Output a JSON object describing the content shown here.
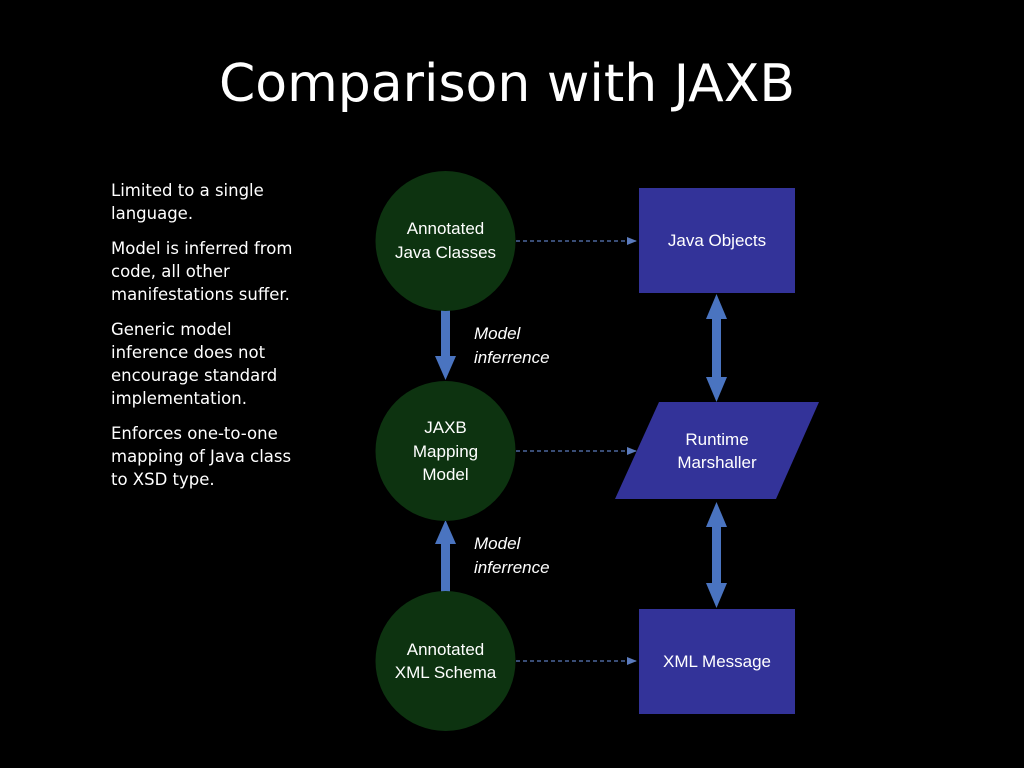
{
  "slide": {
    "title": "Comparison with JAXB",
    "bullets": [
      "Limited to a single language.",
      "Model is inferred from code, all other manifestations suffer.",
      "Generic model inference does not encourage standard implementation.",
      "Enforces one-to-one mapping of Java class to XSD type."
    ]
  },
  "diagram": {
    "circles": [
      {
        "lines": [
          "Annotated",
          "Java Classes"
        ]
      },
      {
        "lines": [
          "JAXB",
          "Mapping",
          "Model"
        ]
      },
      {
        "lines": [
          "Annotated",
          "XML Schema"
        ]
      }
    ],
    "boxes": [
      {
        "lines": [
          "Java Objects"
        ]
      },
      {
        "lines": [
          "Runtime",
          "Marshaller"
        ]
      },
      {
        "lines": [
          "XML Message"
        ]
      }
    ],
    "arrow_labels": [
      {
        "lines": [
          "Model",
          "inferrence"
        ]
      },
      {
        "lines": [
          "Model",
          "inferrence"
        ]
      }
    ]
  },
  "colors": {
    "background": "#000000",
    "circle_fill": "#0d3310",
    "box_fill": "#333399",
    "arrow": "#4a74c0",
    "dashed": "#5b7bbd"
  }
}
